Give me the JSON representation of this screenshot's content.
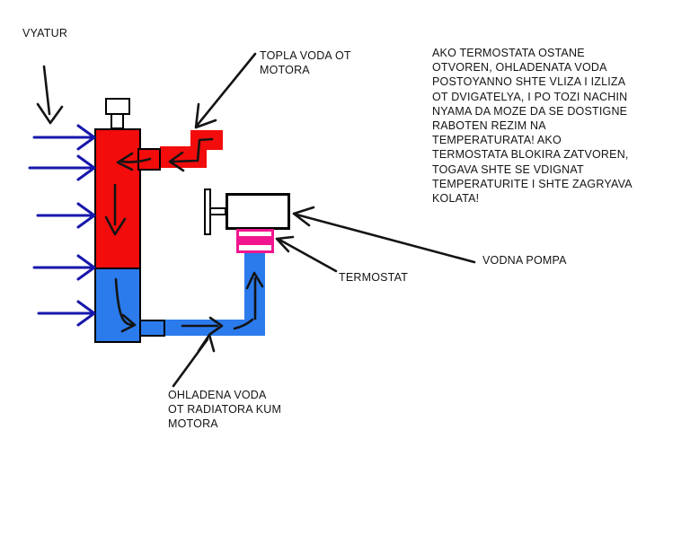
{
  "labels": {
    "wind": "VYATUR",
    "hot_water": "TOPLA VODA OT\nMOTORA",
    "explanation": "AKO TERMOSTATA OSTANE\nOTVOREN, OHLADENATA VODA\nPOSTOYANNO SHTE VLIZA I IZLIZA\nOT DVIGATELYA, I PO TOZI NACHIN\nNYAMA DA MOZE DA SE DOSTIGNE\nRABOTEN REZIM NA\nTEMPERATURATA! AKO\nTERMOSTATA BLOKIRA ZATVOREN,\nTOGAVA SHTE SE VDIGNAT\nTEMPERATURITE I SHTE ZAGRYAVA\nKOLATA!",
    "water_pump": "VODNA POMPA",
    "thermostat": "TERMOSTAT",
    "cooled_water": "OHLADENA VODA\nOT RADIATORA KUM\nMOTORA"
  },
  "colors": {
    "c-hot": "#f20c0c",
    "c-cold": "#2b7bec",
    "c-wind": "#1717ac",
    "c-valve": "#f1158f",
    "c-ink": "#141414",
    "c-bg": "#ffffff"
  }
}
